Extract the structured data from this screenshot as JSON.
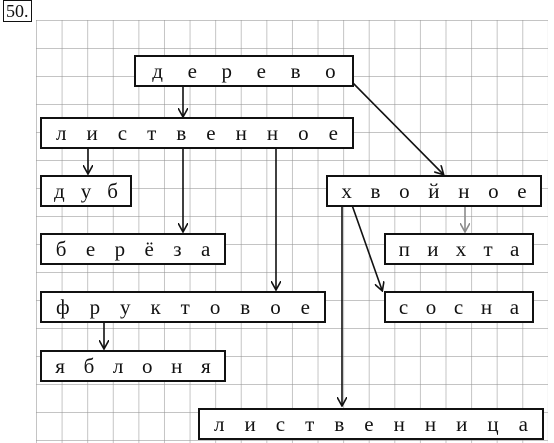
{
  "task_number": "50.",
  "words": {
    "derevo": "дерево",
    "listvennoe": "лиственное",
    "dub": "дуб",
    "hvoinoe": "хвойное",
    "bereza": "берёза",
    "pihta": "пихта",
    "fruktovoe": "фруктовое",
    "sosna": "сосна",
    "yablonya": "яблоня",
    "listvennica": "лиственница"
  },
  "colors": {
    "ink": "#111111",
    "grid": "#888888",
    "gray_arrow": "#8a8a8a"
  }
}
